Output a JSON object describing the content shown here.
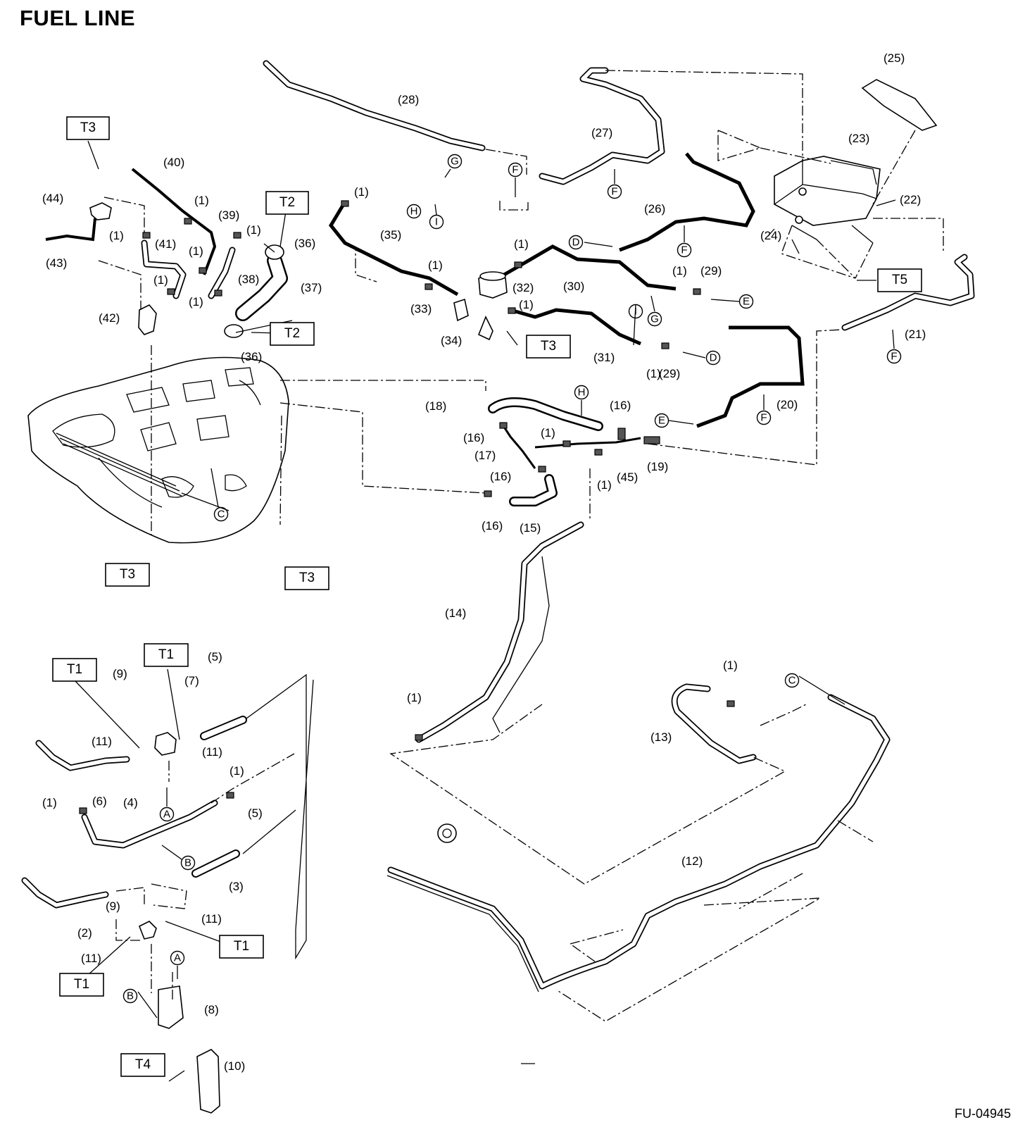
{
  "title": "FUEL LINE",
  "figure_id": "FU-04945",
  "callouts": [
    "(1)",
    "(2)",
    "(3)",
    "(4)",
    "(5)",
    "(6)",
    "(7)",
    "(8)",
    "(9)",
    "(10)",
    "(11)",
    "(12)",
    "(13)",
    "(14)",
    "(15)",
    "(16)",
    "(17)",
    "(18)",
    "(19)",
    "(20)",
    "(21)",
    "(22)",
    "(23)",
    "(24)",
    "(25)",
    "(26)",
    "(27)",
    "(28)",
    "(29)",
    "(30)",
    "(31)",
    "(32)",
    "(33)",
    "(34)",
    "(35)",
    "(36)",
    "(37)",
    "(38)",
    "(39)",
    "(40)",
    "(41)",
    "(42)",
    "(43)",
    "(44)",
    "(45)"
  ],
  "torque_labels": {
    "t1": "T1",
    "t2": "T2",
    "t3": "T3",
    "t4": "T4",
    "t5": "T5"
  },
  "ref_letters": {
    "a": "A",
    "b": "B",
    "c": "C",
    "d": "D",
    "e": "E",
    "f": "F",
    "g": "G",
    "h": "H",
    "i": "I"
  }
}
